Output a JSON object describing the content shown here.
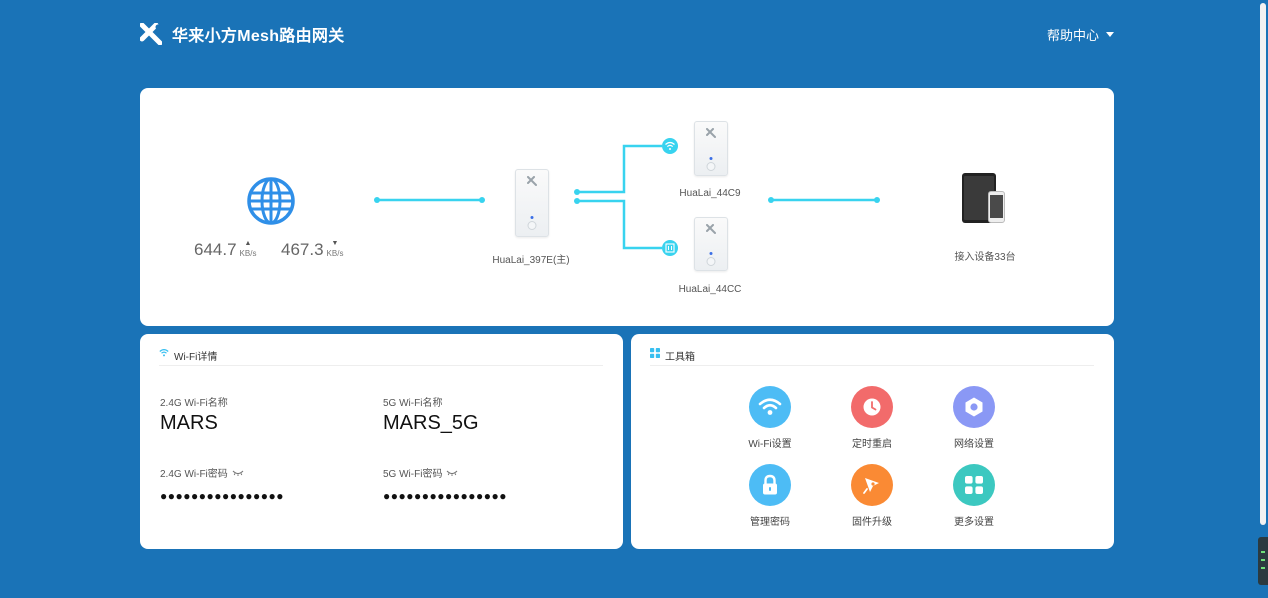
{
  "header": {
    "brand": "华来小方Mesh路由网关",
    "help_label": "帮助中心"
  },
  "topology": {
    "upload_speed": "644.7",
    "upload_unit": "KB/s",
    "upload_arrow": "▲",
    "download_speed": "467.3",
    "download_unit": "KB/s",
    "download_arrow": "▼",
    "main_router": "HuaLai_397E(主)",
    "node1": "HuaLai_44C9",
    "node2": "HuaLai_44CC",
    "connected_devices": "接入设备33台",
    "node2_badge": "LAN"
  },
  "wifi": {
    "title": "Wi-Fi详情",
    "ssid24_label": "2.4G Wi-Fi名称",
    "ssid24_value": "MARS",
    "ssid5_label": "5G Wi-Fi名称",
    "ssid5_value": "MARS_5G",
    "pwd24_label": "2.4G Wi-Fi密码",
    "pwd24_value": "●●●●●●●●●●●●●●●●",
    "pwd5_label": "5G Wi-Fi密码",
    "pwd5_value": "●●●●●●●●●●●●●●●●"
  },
  "tools": {
    "title": "工具箱",
    "items": [
      {
        "label": "Wi-Fi设置",
        "color": "#4dbcf5"
      },
      {
        "label": "定时重启",
        "color": "#f26b6b"
      },
      {
        "label": "网络设置",
        "color": "#8a98f5"
      },
      {
        "label": "管理密码",
        "color": "#4dbcf5"
      },
      {
        "label": "固件升级",
        "color": "#fa8a34"
      },
      {
        "label": "更多设置",
        "color": "#3cc8c0"
      }
    ]
  },
  "colors": {
    "background": "#1a73b7",
    "link_line": "#38d3ef",
    "globe": "#2f8fe8"
  }
}
